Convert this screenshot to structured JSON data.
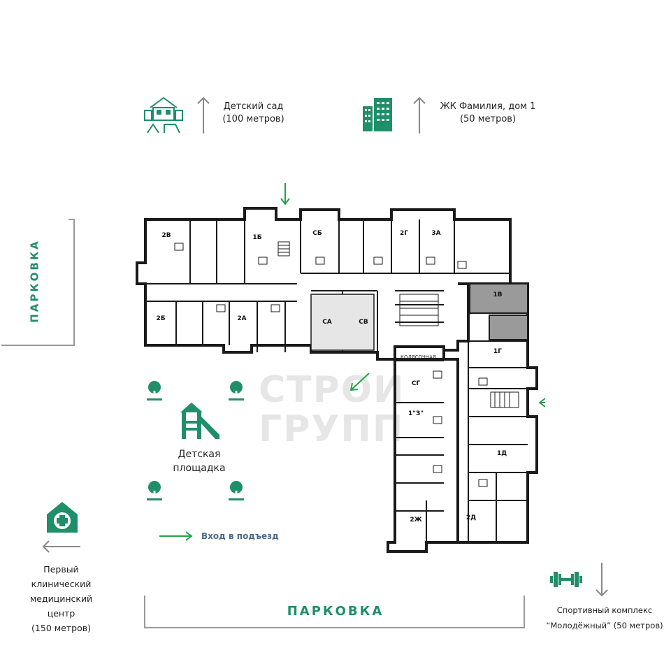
{
  "colors": {
    "accent": "#1f8f6a",
    "arrow_green": "#22a24a",
    "wall": "#1a1a1a",
    "legend_text": "#4a6b8a",
    "gray_unit": "#9a9a9a"
  },
  "poi": {
    "kindergarten": {
      "icon": "kindergarten-icon",
      "line1": "Детский сад",
      "line2": "(100 метров)"
    },
    "residential": {
      "icon": "building-icon",
      "line1": "ЖК Фамилия, дом 1",
      "line2": "(50 метров)"
    },
    "playground": {
      "icon": "playground-icon",
      "line1": "Детская",
      "line2": "площадка"
    },
    "medical": {
      "icon": "medical-cross-icon",
      "line1": "Первый",
      "line2": "клинический",
      "line3": "медицинский",
      "line4": "центр",
      "line5": "(150 метров)"
    },
    "sport": {
      "icon": "dumbbell-icon",
      "line1": "Спортивный комплекс",
      "line2": "“Молодёжный” (50 метров)"
    }
  },
  "parking": {
    "left": "ПАРКОВКА",
    "bottom": "ПАРКОВКА"
  },
  "legend": {
    "entrance": "Вход в подъезд"
  },
  "watermark": {
    "line1": "СТРОИ",
    "line2": "ГРУПП"
  },
  "apartments": [
    {
      "id": "2В"
    },
    {
      "id": "1Б"
    },
    {
      "id": "СБ"
    },
    {
      "id": "2Г"
    },
    {
      "id": "3А"
    },
    {
      "id": "2Б"
    },
    {
      "id": "2А"
    },
    {
      "id": "СА"
    },
    {
      "id": "СВ"
    },
    {
      "id": "1В"
    },
    {
      "id": "1Г"
    },
    {
      "id": "СГ"
    },
    {
      "id": "1\"З\""
    },
    {
      "id": "1Д"
    },
    {
      "id": "2Ж"
    },
    {
      "id": "2Д"
    }
  ],
  "misc": {
    "stroller": "КОЛЯСОЧНАЯ"
  }
}
